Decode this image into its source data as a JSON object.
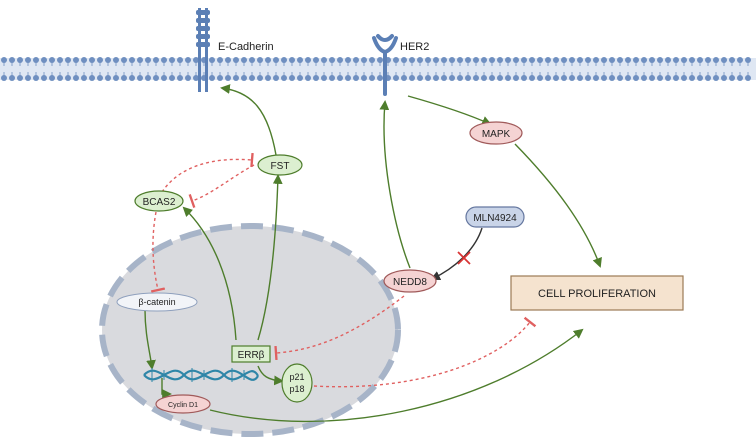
{
  "membrane_proteins": {
    "ecadherin": "E-Cadherin",
    "her2": "HER2"
  },
  "nodes": {
    "fst": "FST",
    "bcas2": "BCAS2",
    "beta_catenin": "β-catenin",
    "mapk": "MAPK",
    "mln4924": "MLN4924",
    "nedd8": "NEDD8",
    "errb": "ERRβ",
    "p21": "p21",
    "p18": "p18",
    "cyclin_d1": "Cyclin D1",
    "cell_proliferation": "CELL PROLIFERATION"
  },
  "colors": {
    "membrane": "#6f8fc0",
    "membrane_light": "#dfe7f3",
    "nucleus_fill": "#d9dade",
    "nucleus_border": "#a7b4c8",
    "activation": "#4e7d2c",
    "inhibition": "#e06060",
    "green_node_fill": "#dcefd0",
    "green_node_stroke": "#4e7d2c",
    "pink_node_fill": "#f5d3d3",
    "pink_node_stroke": "#a05a5a",
    "blue_node_fill": "#c9d4e8",
    "blue_node_stroke": "#6678a0",
    "prolif_fill": "#f5e3cf",
    "prolif_stroke": "#9b7a55",
    "dna": "#2f86a8",
    "block_x": "#d93535"
  }
}
